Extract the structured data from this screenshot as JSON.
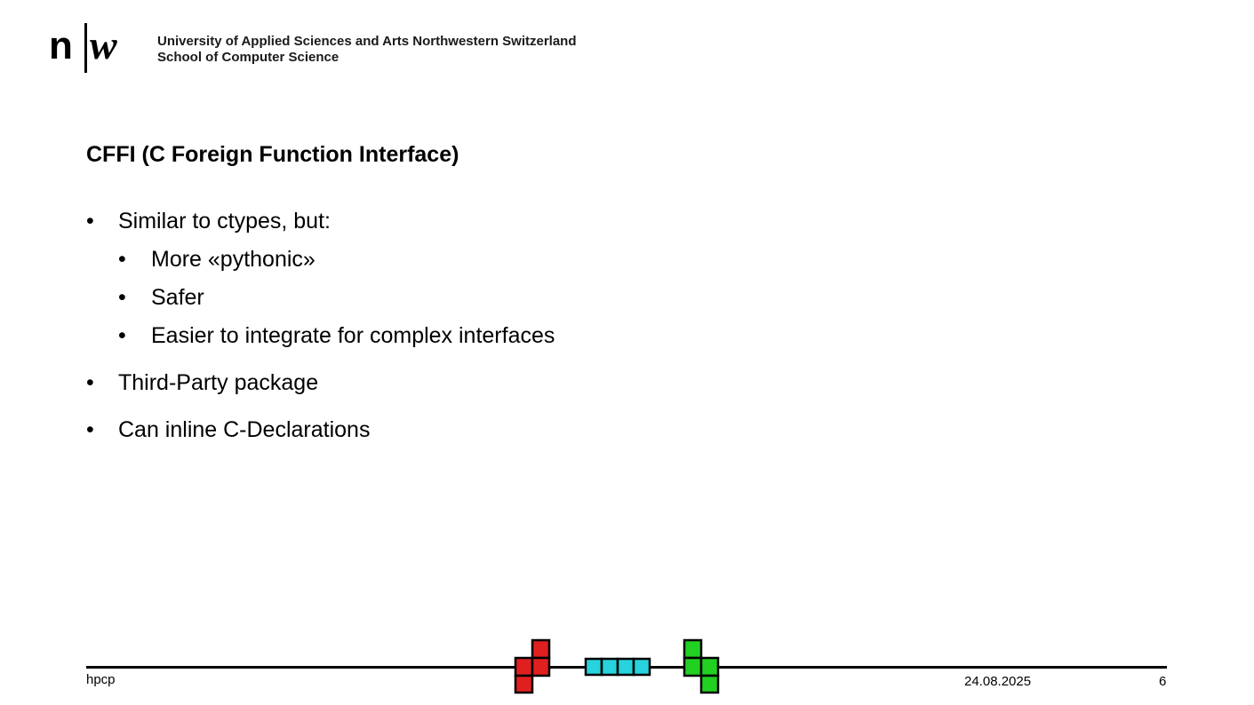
{
  "header": {
    "logo": {
      "text_n": "n",
      "text_w": "w"
    },
    "institution_line1": "University of Applied Sciences and Arts Northwestern Switzerland",
    "institution_line2": "School of Computer Science"
  },
  "slide": {
    "title": "CFFI (C Foreign Function Interface)",
    "bullets": [
      {
        "level": 1,
        "text": "Similar to ctypes, but:"
      },
      {
        "level": 2,
        "text": "More «pythonic»"
      },
      {
        "level": 2,
        "text": "Safer"
      },
      {
        "level": 2,
        "text": "Easier to integrate for complex interfaces"
      },
      {
        "level": 1,
        "text": "Third-Party package"
      },
      {
        "level": 1,
        "text": "Can inline C-Declarations"
      }
    ],
    "bullet_symbol": "•"
  },
  "footer": {
    "left": "hpcp",
    "date": "24.08.2025",
    "page": "6",
    "tetris_colors": {
      "red": "#e02020",
      "cyan": "#27d3dc",
      "green": "#22d022"
    }
  }
}
